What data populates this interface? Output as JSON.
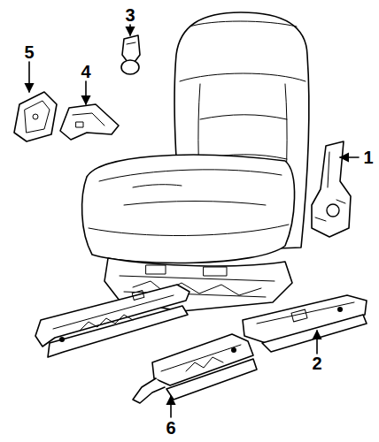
{
  "diagram": {
    "labels": [
      "3",
      "5",
      "4",
      "1",
      "2",
      "6"
    ]
  }
}
